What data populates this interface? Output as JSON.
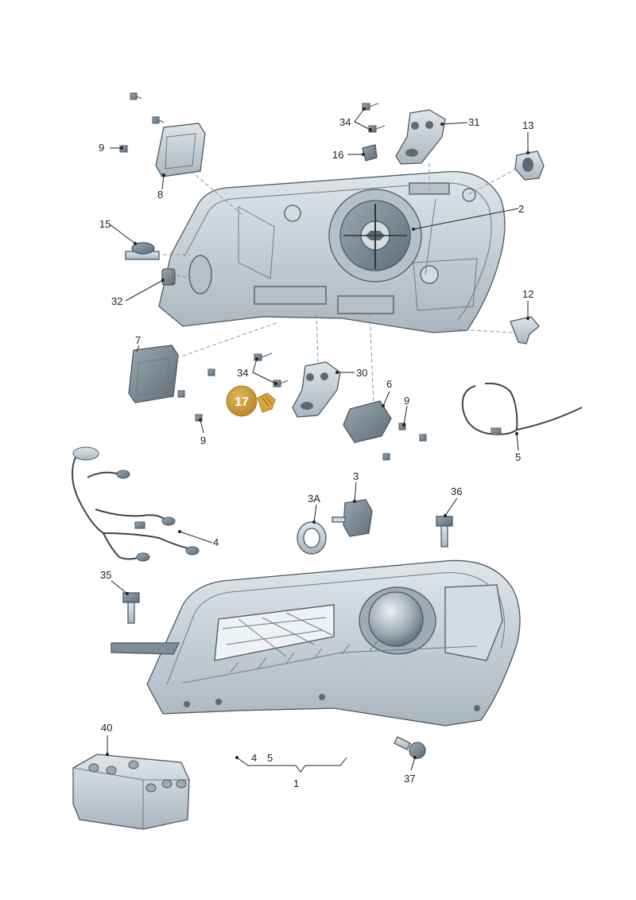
{
  "title": "",
  "callouts": {
    "c2": "2",
    "c3": "3",
    "c3A": "3A",
    "c4": "4",
    "c5": "5",
    "c6": "6",
    "c7": "7",
    "c8": "8",
    "c9a": "9",
    "c9b": "9",
    "c9c": "9",
    "c12": "12",
    "c13": "13",
    "c15": "15",
    "c16": "16",
    "c30": "30",
    "c31": "31",
    "c32": "32",
    "c34a": "34",
    "c34b": "34",
    "c35": "35",
    "c36": "36",
    "c37": "37",
    "c40": "40",
    "group_1": "1",
    "group_4": "4",
    "group_5": "5"
  },
  "highlight": {
    "label": "17",
    "color": "#c8962e"
  },
  "colors": {
    "part_fill": "#c9d3da",
    "part_dark": "#8795a0",
    "lines": "#222222",
    "dash": "#8a96a0"
  }
}
